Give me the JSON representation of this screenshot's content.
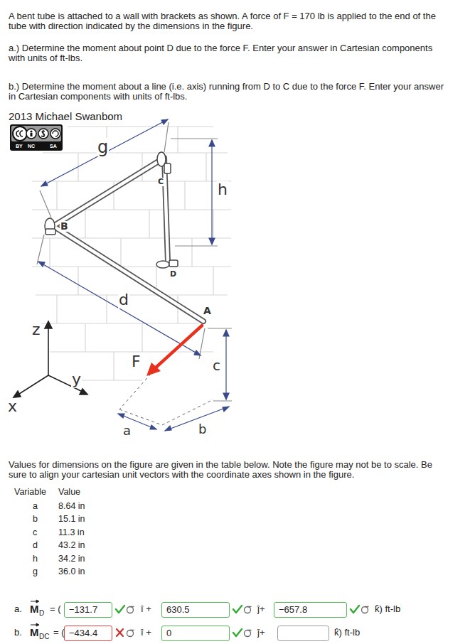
{
  "diagram": {
    "nodes": [
      {
        "text": [
          "−131.7"
        ]
      },
      {
        "text": [
          "630.5"
        ]
      },
      {
        "text": [
          "−657.8"
        ]
      },
      {
        "text": [
          "−434.4"
        ]
      },
      {
        "text": [
          "0"
        ]
      }
    ],
    "labels": [
      "A bent tube is attached to a wall with brackets as shown. A force of F = 170 lb is applied to the end of the tube with direction indicated by the dimensions in the figure.",
      "a.) Determine the moment about point D due to the force F. Enter your answer in Cartesian components with units of ft-lbs.",
      "b.) Determine the moment about a line (i.e. axis) running from D to C due to the force F. Enter your answer in Cartesian components with units of ft-lbs.",
      "2013 Michael Swanbom",
      "BY",
      "NC",
      "SA",
      "g",
      "B",
      "C",
      "h",
      "D",
      "d",
      "A",
      "z",
      "y",
      "F",
      "c",
      "x",
      "a",
      "b",
      "Values for dimensions on the figure are given in the table below. Note the figure may not be to scale. Be sure to align your cartesian unit vectors with the coordinate axes shown in the figure.",
      "Variable",
      "Value",
      "a",
      "8.64 in",
      "b",
      "15.1 in",
      "c",
      "11.3 in",
      "d",
      "43.2 in",
      "h",
      "34.2 in",
      "g",
      "36.0 in",
      "a.",
      "M",
      "D",
      "= (",
      "î +",
      "ĵ+",
      "k̂) ft-lb",
      "b.",
      "M",
      "DC",
      "= (",
      "î +",
      "ĵ+",
      "k̂) ft-lb"
    ]
  }
}
